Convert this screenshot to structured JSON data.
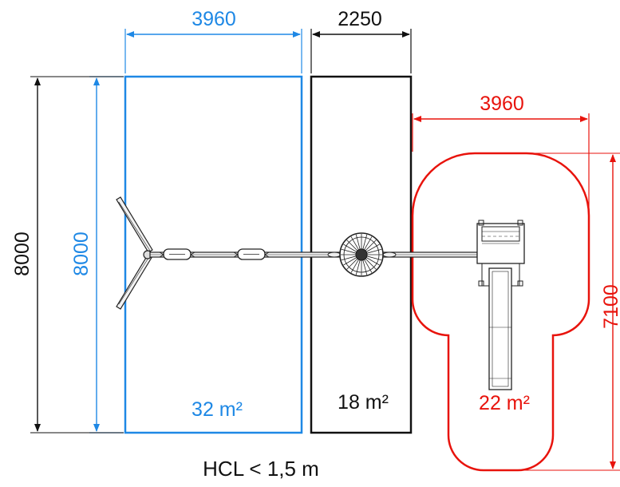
{
  "colors": {
    "blue": "#1e88e5",
    "black": "#111111",
    "red": "#e8130c"
  },
  "zones": {
    "blue": {
      "width": "3960",
      "height": "8000",
      "area": "32 m²"
    },
    "black": {
      "width": "2250",
      "area": "18 m²"
    },
    "red": {
      "width": "3960",
      "height": "7100",
      "area": "22 m²"
    }
  },
  "overall_height": "8000",
  "footer": "HCL < 1,5 m"
}
